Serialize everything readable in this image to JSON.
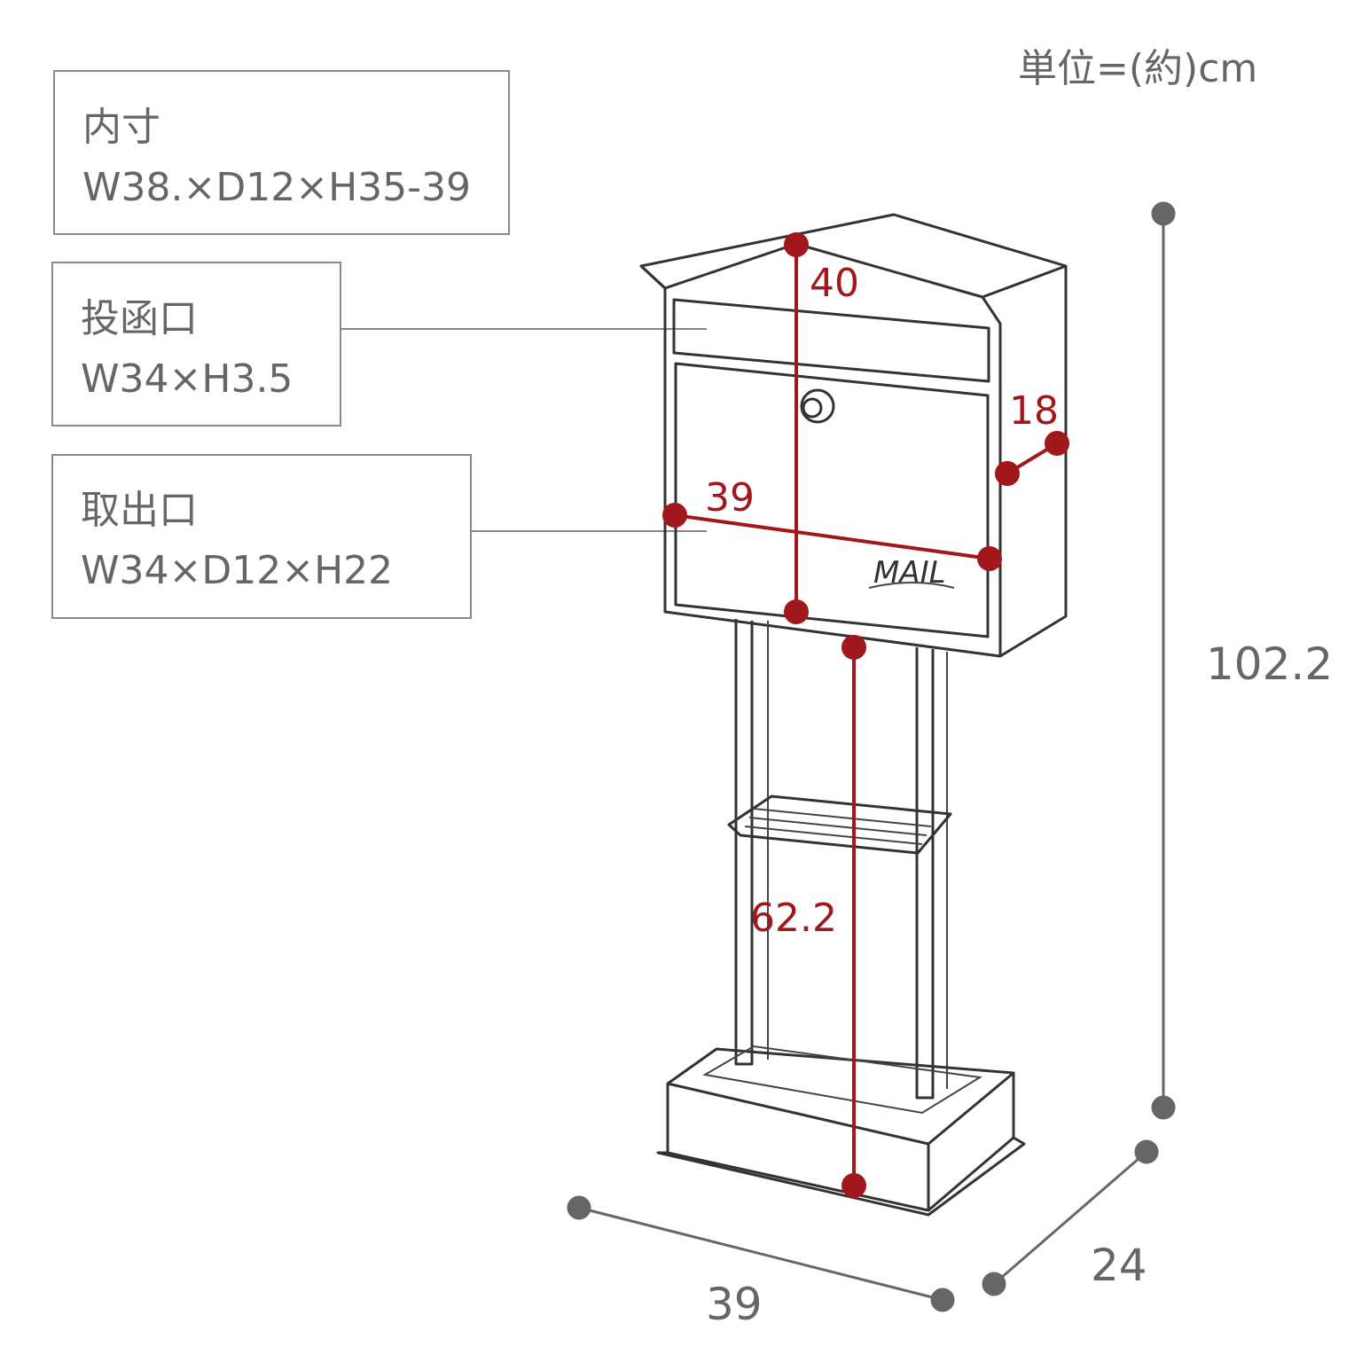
{
  "unit_label": "単位=(約)cm",
  "boxes": [
    {
      "title": "内寸",
      "value": "W38.×D12×H35-39"
    },
    {
      "title": "投函口",
      "value": "W34×H3.5"
    },
    {
      "title": "取出口",
      "value": "W34×D12×H22"
    }
  ],
  "dimensions": {
    "total_height": "102.2",
    "width": "39",
    "depth": "24",
    "box_height": "40",
    "box_width": "39",
    "box_depth": "18",
    "stand_height": "62.2"
  },
  "mail_text": "MAIL",
  "colors": {
    "text": "#666666",
    "accent": "#a0171c",
    "line": "#333333"
  }
}
